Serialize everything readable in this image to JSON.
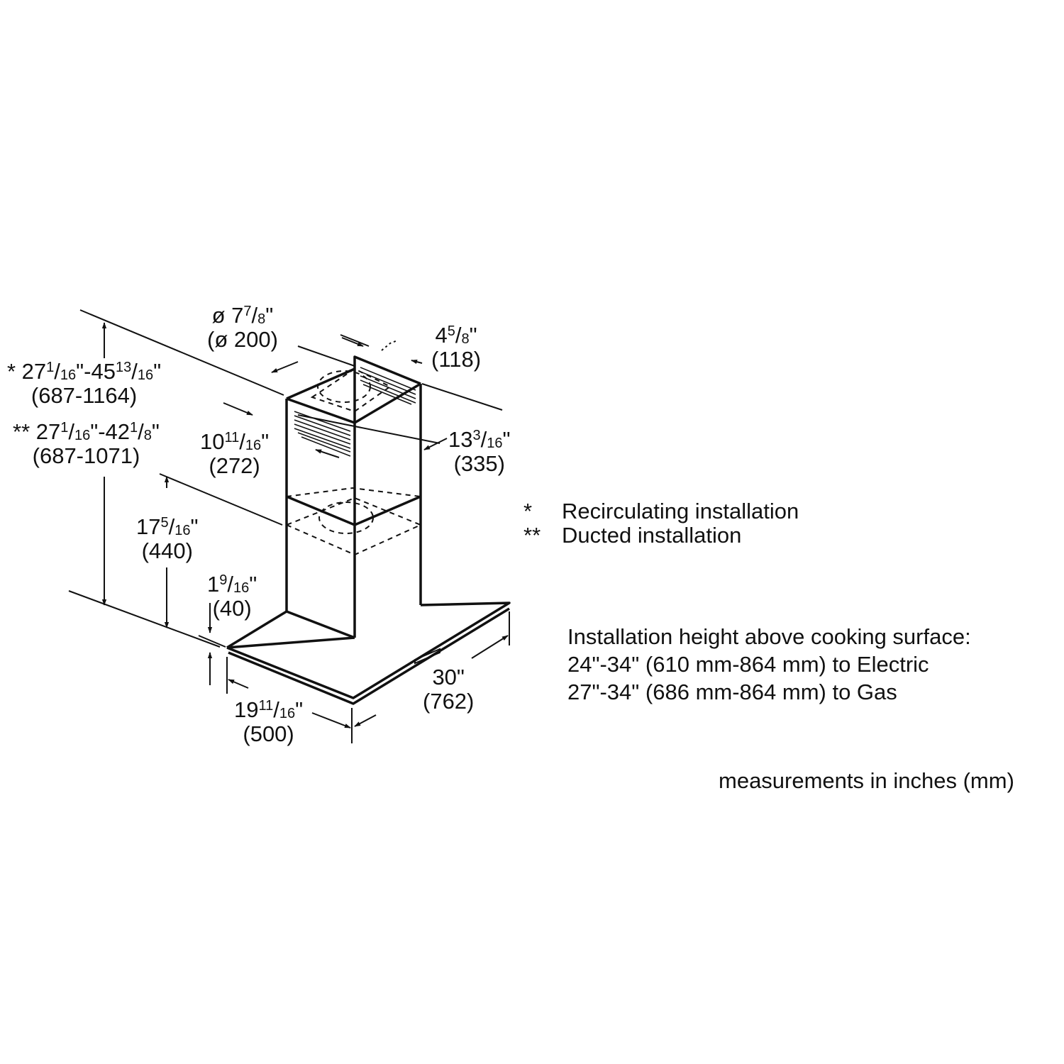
{
  "dims": {
    "duct_dia_in": {
      "sign": "ø ",
      "whole": "7",
      "num": "7",
      "den": "8",
      "suffix": "\""
    },
    "duct_dia_mm": "(ø 200)",
    "top_offset_in": {
      "whole": "4",
      "num": "5",
      "den": "8",
      "suffix": "\""
    },
    "top_offset_mm": "(118)",
    "overall_recirc_in": "* 27^1/16\"-45^13/16\"",
    "overall_recirc_mm": "(687-1164)",
    "overall_ducted_in": "** 27^1/16\"-42^1/8\"",
    "overall_ducted_mm": "(687-1071)",
    "chimney_depth_in": {
      "whole": "10",
      "num": "11",
      "den": "16",
      "suffix": "\""
    },
    "chimney_depth_mm": "(272)",
    "chimney_width_in": {
      "whole": "13",
      "num": "3",
      "den": "16",
      "suffix": "\""
    },
    "chimney_width_mm": "(335)",
    "lower_chimney_in": {
      "whole": "17",
      "num": "5",
      "den": "16",
      "suffix": "\""
    },
    "lower_chimney_mm": "(440)",
    "canopy_height_in": {
      "whole": "1",
      "num": "9",
      "den": "16",
      "suffix": "\""
    },
    "canopy_height_mm": "(40)",
    "hood_width_in": "30\"",
    "hood_width_mm": "(762)",
    "hood_depth_in": {
      "whole": "19",
      "num": "11",
      "den": "16",
      "suffix": "\""
    },
    "hood_depth_mm": "(500)"
  },
  "legend": [
    {
      "mark": "*",
      "text": "Recirculating installation"
    },
    {
      "mark": "**",
      "text": "Ducted installation"
    }
  ],
  "installation": {
    "heading": "Installation height above cooking surface:",
    "electric": "24\"-34\" (610 mm-864 mm) to Electric",
    "gas": "27\"-34\" (686 mm-864 mm) to Gas"
  },
  "units_note": "measurements in inches (mm)"
}
